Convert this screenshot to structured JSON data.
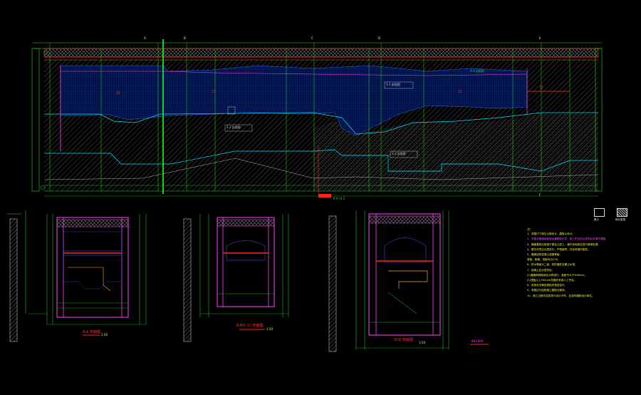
{
  "drawing": {
    "profile_labels": [
      "A",
      "B",
      "C",
      "D",
      "E",
      "F"
    ],
    "callouts": [
      {
        "id": "c1",
        "text": "1-1 剖面图"
      },
      {
        "id": "c2",
        "text": "2-2 剖面图"
      },
      {
        "id": "c3",
        "text": "3-3 剖面图"
      },
      {
        "id": "c4",
        "text": "4-4 剖面图"
      }
    ],
    "bottom_marker": "K 0+4.5",
    "section_titles": [
      {
        "id": "s1",
        "text": "A-A 剖面图",
        "scale": "1:50"
      },
      {
        "id": "s2",
        "text": "B-B(C-C) 剖面图",
        "scale": "1:50"
      },
      {
        "id": "s3",
        "text": "D-D 剖面图",
        "scale": "1:50"
      }
    ],
    "small_note": "K0+000",
    "legend": [
      {
        "label": "素土",
        "hatch": "fill"
      },
      {
        "label": "碎石垫层",
        "hatch": "hatch"
      }
    ],
    "notes": {
      "title": "注：",
      "lines": [
        {
          "text": "1、本图尺寸单位以毫米计，高程以米计。",
          "color": "yellow"
        },
        {
          "text": "2、本图为管廊纵断面及横断面示意，施工时应结合现场实际情况调整。",
          "color": "magenta"
        },
        {
          "text": "3、管廊基底应座落于稳定土层上，遇不良地质应进行换填处理。",
          "color": "yellow"
        },
        {
          "text": "4、基坑开挖应分层进行，严禁超挖，并及时施作垫层。",
          "color": "yellow"
        },
        {
          "text": "5、管廊结构混凝土强度等级：",
          "color": "yellow"
        },
        {
          "text": "   底板、侧墙、顶板均为C35。",
          "color": "yellow"
        },
        {
          "text": "6、防水等级为二级，变形缝处设置止水带。",
          "color": "yellow"
        },
        {
          "text": "7、回填土应分层夯实：",
          "color": "yellow"
        },
        {
          "text": "   (1)管廊两侧回填应对称进行，高差不大于300mm；",
          "color": "yellow"
        },
        {
          "text": "   (2)顶板以上500mm范围内采用人工夯实。",
          "color": "yellow"
        },
        {
          "text": "8、其他未尽事宜按相关规范执行。",
          "color": "yellow"
        },
        {
          "text": "9、本图应与结构施工图配合使用。",
          "color": "yellow"
        },
        {
          "text": "10、施工过程中如发现与设计不符，应及时通知设计单位。",
          "color": "yellow"
        }
      ]
    }
  }
}
